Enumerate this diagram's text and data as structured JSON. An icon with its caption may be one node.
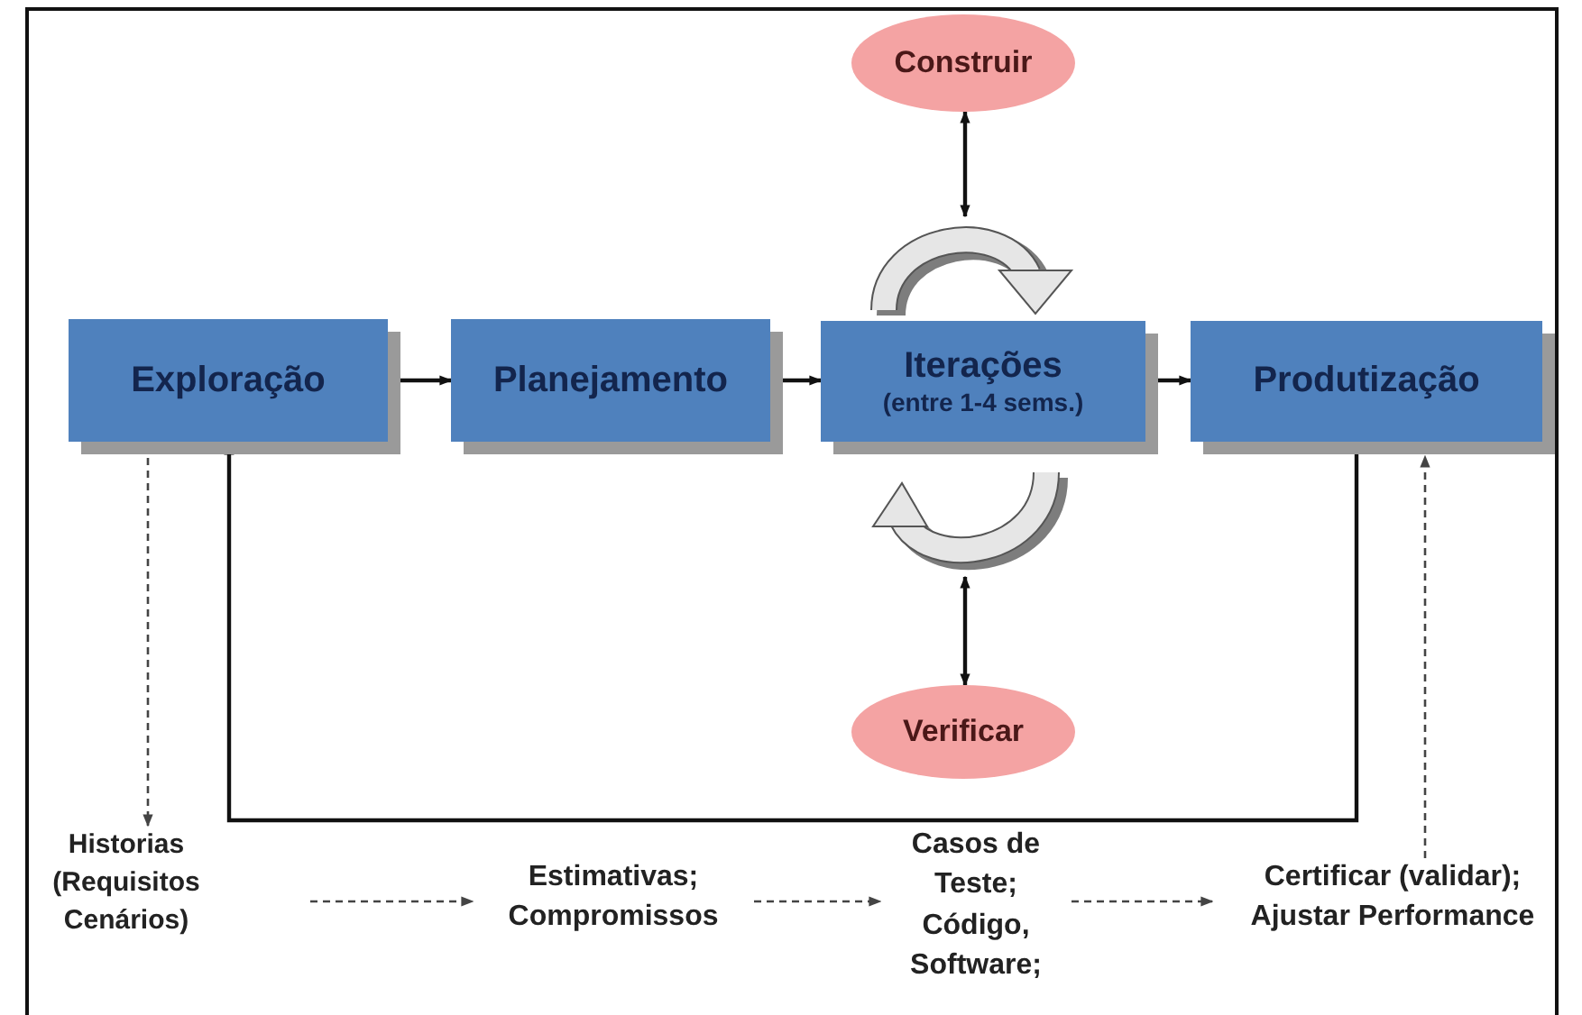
{
  "diagram": {
    "nodes": [
      {
        "text": [
          "Exploração"
        ]
      },
      {
        "text": [
          "Planejamento"
        ]
      },
      {
        "text": [
          "Iterações",
          "(entre 1-4 sems.)"
        ]
      },
      {
        "text": [
          "Produtização"
        ]
      },
      {
        "text": [
          "Construir"
        ]
      },
      {
        "text": [
          "Verificar"
        ]
      },
      {
        "text": [],
        "shape": "arrow"
      },
      {
        "text": [],
        "shape": "arrow"
      },
      {
        "text": [
          "Historias (Requisitos Cenários)"
        ]
      },
      {
        "text": [
          "Estimativas; Compromissos"
        ]
      },
      {
        "text": [
          "Casos de Teste; Código, Software;"
        ]
      },
      {
        "text": [
          "Certificar (validar); Ajustar Performance"
        ]
      }
    ],
    "edges": [
      {
        "from": 0,
        "to": 1,
        "arrow": "to"
      },
      {
        "from": 1,
        "to": 2,
        "arrow": "to"
      },
      {
        "from": 2,
        "to": 3,
        "arrow": "to"
      },
      {
        "from": 3,
        "to": 0,
        "arrow": "to"
      },
      {
        "from": 4,
        "to": 6,
        "arrow": "both"
      },
      {
        "from": 7,
        "to": 5,
        "arrow": "both"
      },
      {
        "from": 0,
        "to": 8,
        "arrow": "to",
        "style": "dashed"
      },
      {
        "from": 8,
        "to": 9,
        "arrow": "to",
        "style": "dashed"
      },
      {
        "from": 9,
        "to": 10,
        "arrow": "to",
        "style": "dashed"
      },
      {
        "from": 10,
        "to": 11,
        "arrow": "to",
        "style": "dashed"
      },
      {
        "from": 11,
        "to": 3,
        "arrow": "to",
        "style": "dashed"
      }
    ]
  }
}
